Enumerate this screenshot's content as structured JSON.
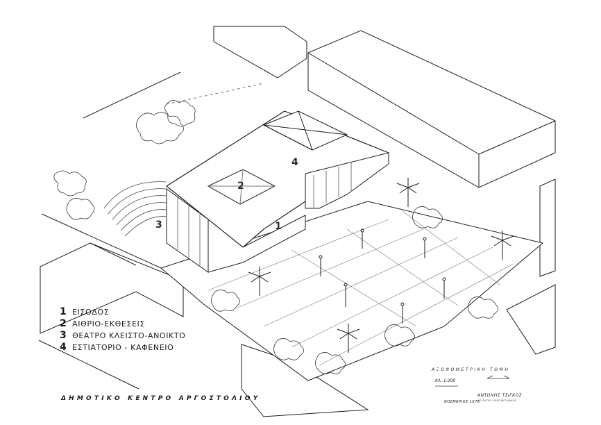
{
  "legend": [
    {
      "number": "1",
      "label": "ΕΙΣΟΔΟΣ"
    },
    {
      "number": "2",
      "label": "ΑΙΘΡΙΟ-ΕΚΘΕΣΕΙΣ"
    },
    {
      "number": "3",
      "label": "ΘΕΑΤΡΟ ΚΛΕΙΣΤΟ-ΑΝΟΙΚΤΟ"
    },
    {
      "number": "4",
      "label": "ΕΣΤΙΑΤΟΡΙΟ - ΚΑΦΕΝΕΙΟ"
    }
  ],
  "drawing_title": "ΔΗΜΟΤΙΚΟ ΚΕΝΤΡΟ ΑΡΓΟΣΤΟΛΙΟΥ",
  "view_title": "ΑΞΟΝΟΜΕΤΡΙΚΗ ΤΟΜΗ",
  "scale": "ΚΛ. 1:200",
  "date": "ΝΟΕΜΒΡΙΟΣ 1976",
  "author": "ΑΝΤΩΝΗΣ ΤΣΙΓΚΟΣ",
  "author_subtitle": "ΦΟΙΤΗΤΗΣ ΑΡΧΙΤΕΚΤΟΝΙΚΗΣ",
  "zone_numbers": {
    "entrance": "1",
    "atrium": "2",
    "theatre": "3",
    "restaurant": "4"
  },
  "colors": {
    "ink": "#1a1a1a",
    "paper": "#ffffff",
    "hatch": "#555555"
  }
}
